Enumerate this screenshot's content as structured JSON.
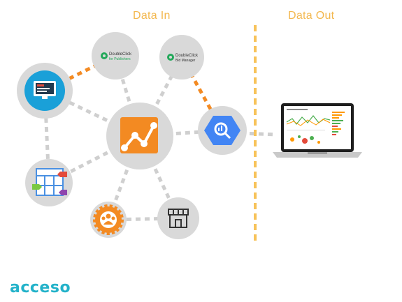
{
  "headers": {
    "data_in": "Data In",
    "data_out": "Data Out"
  },
  "nodes": {
    "publishers": {
      "line1": "DoubleClick",
      "line2": "for Publishers"
    },
    "bid_manager": {
      "line1": "DoubleClick",
      "line2": "Bid Manager"
    }
  },
  "brand": {
    "logo": "acceso"
  },
  "colors": {
    "orange": "#f38a22",
    "gray_circle": "#d9d9d9",
    "gray_dots": "#cfcfcf",
    "divider": "#f7c35a",
    "bigquery_blue": "#4285f4",
    "logo": "#23b2c9"
  }
}
